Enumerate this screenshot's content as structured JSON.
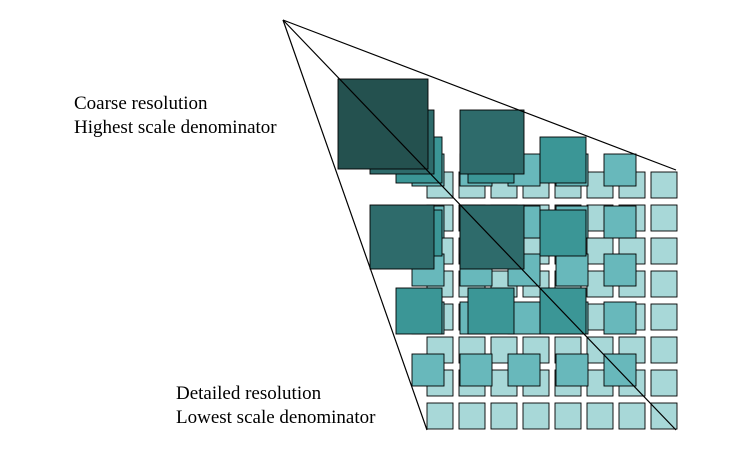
{
  "labels": {
    "coarse_line1": "Coarse resolution",
    "coarse_line2": "Highest scale denominator",
    "detailed_line1": "Detailed resolution",
    "detailed_line2": "Lowest scale denominator"
  },
  "colors": {
    "level1": "#24514f",
    "level2": "#2e6b6b",
    "level3": "#3b9696",
    "level4": "#68b8bb",
    "level5": "#a8d8d8",
    "stroke": "#000000"
  },
  "pyramid": {
    "levels": 5,
    "finest_grid": "8x8"
  }
}
